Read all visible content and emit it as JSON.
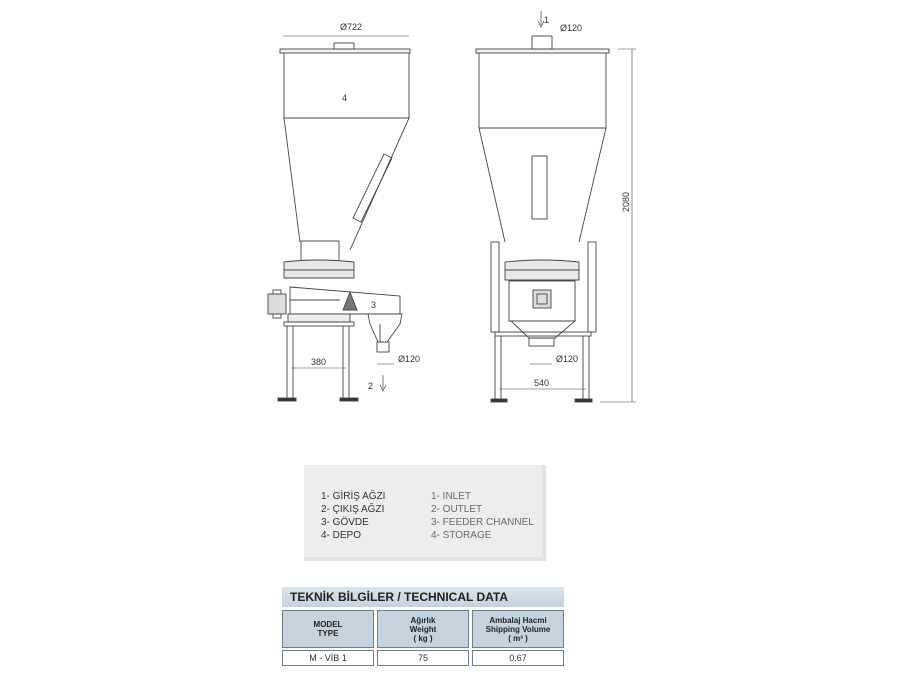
{
  "drawing": {
    "dims": {
      "hopper_diameter": "Ø722",
      "inlet_diameter": "Ø120",
      "outlet_diameter_side": "Ø120",
      "outlet_diameter_front": "Ø120",
      "leg_span_side": "380",
      "leg_span_front": "540",
      "total_height": "2080"
    },
    "callouts": {
      "storage": "4",
      "feeder_channel": "3",
      "outlet": "2",
      "inlet": "1"
    }
  },
  "legend": {
    "tr": [
      "1- GİRİŞ AĞZI",
      "2- ÇIKIŞ AĞZI",
      "3- GÖVDE",
      "4- DEPO"
    ],
    "en": [
      "1- INLET",
      "2- OUTLET",
      "3- FEEDER CHANNEL",
      "4- STORAGE"
    ]
  },
  "tech": {
    "title": "TEKNİK BİLGİLER / TECHNICAL DATA",
    "headers": [
      [
        "MODEL",
        "TYPE"
      ],
      [
        "Ağırlık",
        "Weight",
        "( kg )"
      ],
      [
        "Ambalaj Hacmi",
        "Shipping Volume",
        "( m³ )"
      ]
    ],
    "rows": [
      [
        "M - VİB 1",
        "75",
        "0.67"
      ]
    ]
  }
}
